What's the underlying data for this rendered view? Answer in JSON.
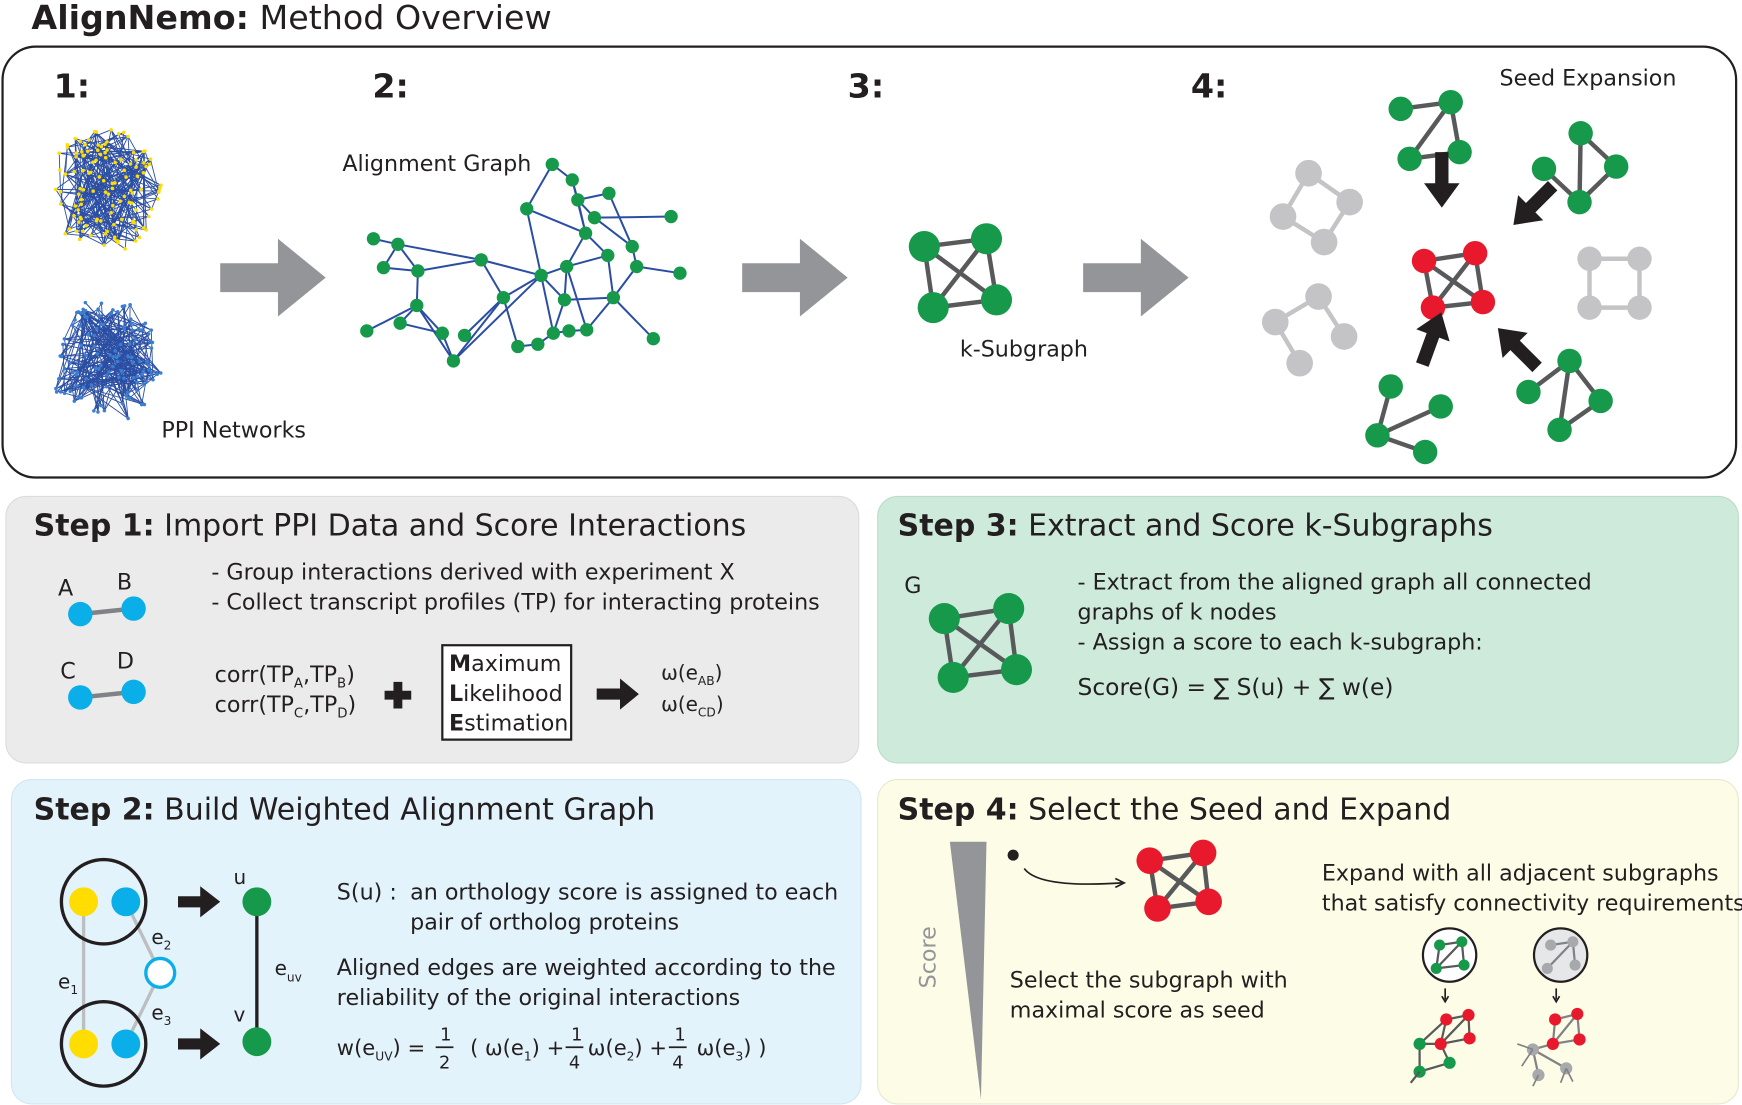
{
  "title": {
    "bold": "AlignNemo:",
    "rest": " Method Overview"
  },
  "overview": {
    "step_numbers": [
      "1:",
      "2:",
      "3:",
      "4:"
    ],
    "ppi_label": "PPI Networks",
    "alignment_label": "Alignment Graph",
    "ksubgraph_label": "k-Subgraph",
    "seed_label": "Seed Expansion"
  },
  "step1": {
    "title_bold": "Step 1:",
    "title_rest": " Import PPI Data and Score Interactions",
    "nodes": [
      "A",
      "B",
      "C",
      "D"
    ],
    "bullets": [
      "- Group interactions derived with experiment X",
      "- Collect transcript profiles (TP) for interacting proteins"
    ],
    "corr": [
      [
        "corr(TP",
        "A",
        ",TP",
        "B",
        ")"
      ],
      [
        "corr(TP",
        "C",
        ",TP",
        "D",
        ")"
      ]
    ],
    "mle": [
      [
        "M",
        "aximum"
      ],
      [
        "L",
        "ikelihood"
      ],
      [
        "E",
        "stimation"
      ]
    ],
    "omega": [
      [
        "ω(e",
        "AB",
        ")"
      ],
      [
        "ω(e",
        "CD",
        ")"
      ]
    ]
  },
  "step2": {
    "title_bold": "Step 2:",
    "title_rest": " Build Weighted Alignment Graph",
    "edge_labels": [
      [
        "e",
        "1"
      ],
      [
        "e",
        "2"
      ],
      [
        "e",
        "3"
      ]
    ],
    "u": "u",
    "v": "v",
    "euv": [
      "e",
      "uv"
    ],
    "su_label": "S(u) :",
    "su_text": [
      "an orthology score is assigned to each",
      "pair of ortholog proteins"
    ],
    "aligned_text": [
      "Aligned edges are weighted according to the",
      "reliability of the original interactions"
    ],
    "formula": {
      "lhs": "w(e",
      "lhs_sub": "UV",
      "lhs_end": ") =",
      "one": "1",
      "two": "2",
      "four": "4",
      "t1": "( ω(e",
      "s1": "1",
      "t2": ") +",
      "t3": "ω(e",
      "s2": "2",
      "t4": ") +",
      "t5": "ω(e",
      "s3": "3",
      "t6": ") )"
    }
  },
  "step3": {
    "title_bold": "Step 3:",
    "title_rest": " Extract and Score k-Subgraphs",
    "g_label": "G",
    "lines": [
      "- Extract from the aligned graph all connected",
      "graphs of k nodes",
      "- Assign a score to each k-subgraph:"
    ],
    "formula": "Score(G) =  ∑  S(u)  +  ∑  w(e)"
  },
  "step4": {
    "title_bold": "Step 4:",
    "title_rest": " Select the Seed and Expand",
    "score_axis": "Score",
    "select_text": [
      "Select the subgraph with",
      "maximal score as seed"
    ],
    "expand_text": [
      "Expand with all adjacent subgraphs",
      "that satisfy connectivity requirements"
    ]
  },
  "colors": {
    "green": "#16994a",
    "blue": "#0aaee8",
    "yellow": "#ffdd00",
    "red": "#e8192c",
    "gray": "#c4c4c6",
    "network_blue": "#2b4ea3"
  }
}
